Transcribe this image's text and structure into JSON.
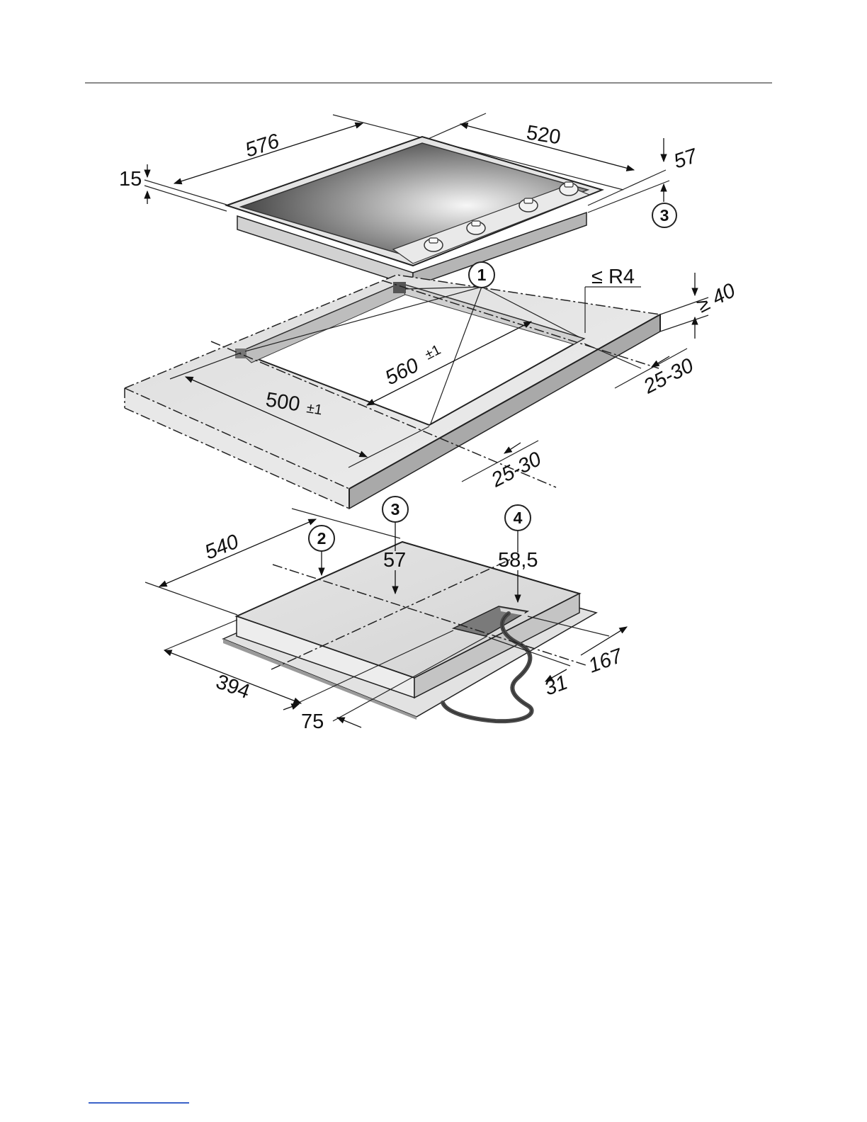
{
  "dims": {
    "hob_width": "576",
    "hob_depth": "520",
    "hob_frame_thickness": "15",
    "hob_depth_below": "57",
    "radius": "≤ R4",
    "worktop_min": "≥ 40",
    "cutout_width": "560",
    "cutout_depth": "500",
    "tolerance": "±1",
    "edge_distance_right": "25-30",
    "edge_distance_front": "25-30",
    "housing_width": "540",
    "housing_depth_57": "57",
    "housing_depth_585": "58,5",
    "housing_front": "394",
    "housing_front_offset": "75",
    "conn_offset": "31",
    "conn_side": "167"
  },
  "callouts": {
    "c1": "1",
    "c2": "2",
    "c3_top": "3",
    "c3_bottom": "3",
    "c4": "4"
  },
  "colors": {
    "surface_light": "#e6e6e6",
    "surface_mid": "#cfcfcf",
    "surface_dark": "#a9a9a9",
    "glass_center": "#f7f7f7",
    "glass_edge": "#303030",
    "cable": "#4a4a4a"
  }
}
